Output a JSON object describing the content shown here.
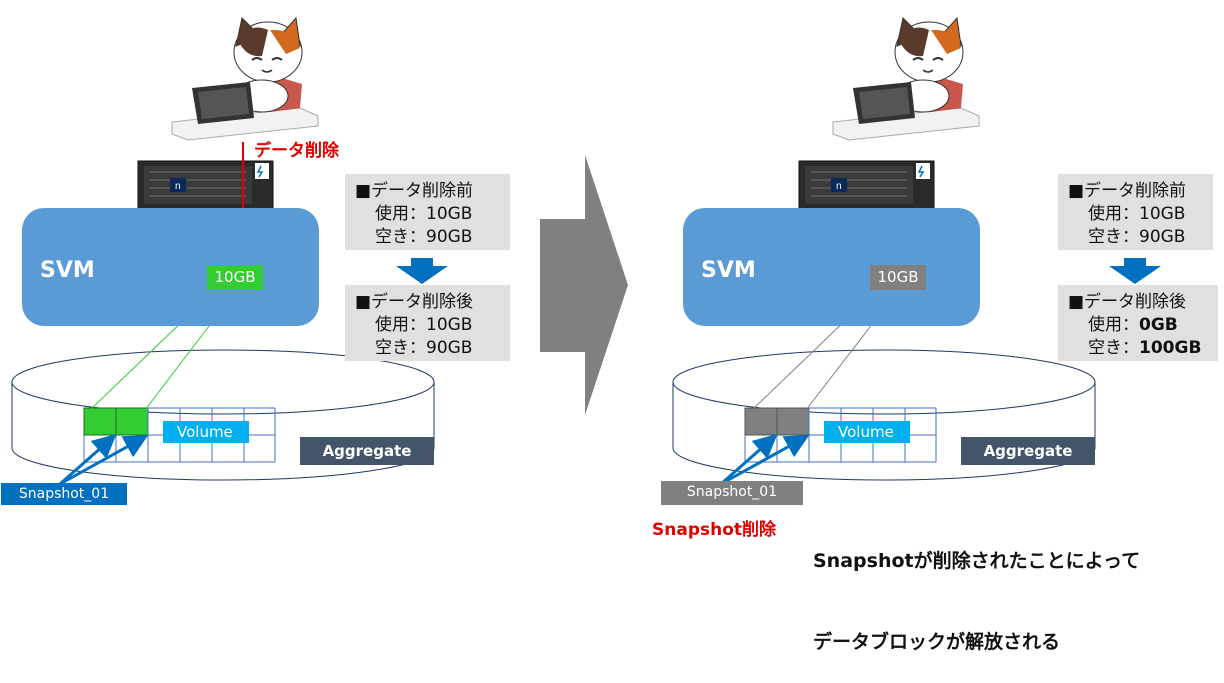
{
  "left": {
    "svm_label": "SVM",
    "volume_used_tag": "10GB",
    "action_label": "データ削除",
    "info_before": {
      "title": "■データ削除前",
      "used": "使用：10GB",
      "free": "空き：90GB"
    },
    "info_after": {
      "title": "■データ削除後",
      "used": "使用：10GB",
      "free": "空き：90GB"
    },
    "volume_label": "Volume",
    "aggregate_label": "Aggregate",
    "snapshot_label": "Snapshot_01"
  },
  "right": {
    "svm_label": "SVM",
    "volume_used_tag": "10GB",
    "info_before": {
      "title": "■データ削除前",
      "used": "使用：10GB",
      "free": "空き：90GB"
    },
    "info_after": {
      "title": "■データ削除後",
      "used_prefix": "使用：",
      "used_value": "0GB",
      "free_prefix": "空き：",
      "free_value": "100GB"
    },
    "volume_label": "Volume",
    "aggregate_label": "Aggregate",
    "snapshot_label": "Snapshot_01",
    "snapshot_delete_label": "Snapshot削除",
    "caption_line1": "Snapshotが削除されたことによって",
    "caption_line2": "データブロックが解放される"
  },
  "colors": {
    "svm": "#5b9bd5",
    "volume_cylinder": "#00b0f0",
    "used_tag_left": "#33cc33",
    "used_tag_right": "#808080",
    "block_used_left": "#33cc33",
    "block_used_right": "#808080",
    "aggregate": "#44546a",
    "snapshot_left": "#0070c0",
    "snapshot_right": "#808080",
    "transition_arrow": "#808080",
    "down_arrow": "#0070c0",
    "delete_arrow": "#e00000"
  }
}
